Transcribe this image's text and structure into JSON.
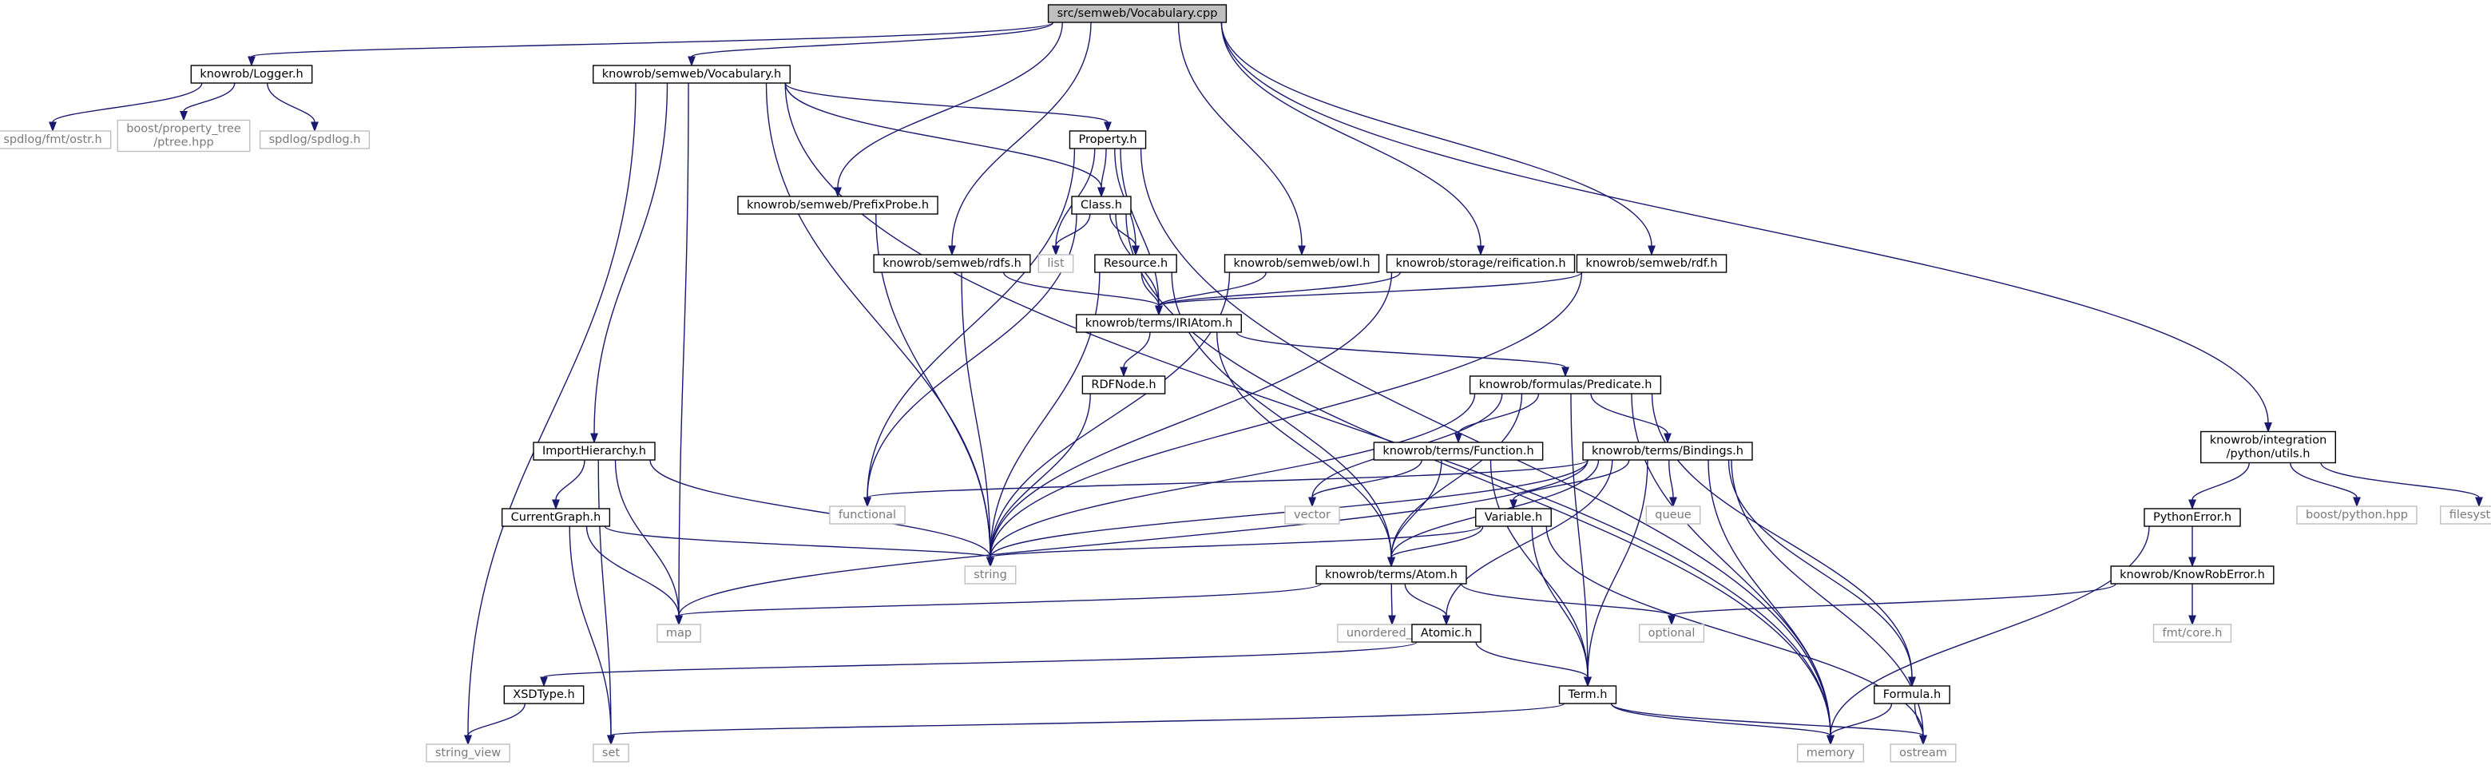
{
  "diagram": {
    "colors": {
      "edge": "#191970",
      "root_fill": "#bfbfbf",
      "ext_border": "#bfbfbf",
      "ext_text": "#7a7a7a"
    },
    "nodes": [
      {
        "id": "vocab_cpp",
        "label": [
          "src/semweb/Vocabulary.cpp"
        ],
        "kind": "root"
      },
      {
        "id": "logger",
        "label": [
          "knowrob/Logger.h"
        ],
        "kind": "local"
      },
      {
        "id": "vocab_h",
        "label": [
          "knowrob/semweb/Vocabulary.h"
        ],
        "kind": "local"
      },
      {
        "id": "ostr",
        "label": [
          "spdlog/fmt/ostr.h"
        ],
        "kind": "ext"
      },
      {
        "id": "ptree",
        "label": [
          "boost/property_tree",
          "/ptree.hpp"
        ],
        "kind": "ext"
      },
      {
        "id": "spdlog",
        "label": [
          "spdlog/spdlog.h"
        ],
        "kind": "ext"
      },
      {
        "id": "property",
        "label": [
          "Property.h"
        ],
        "kind": "local"
      },
      {
        "id": "prefixprobe",
        "label": [
          "knowrob/semweb/PrefixProbe.h"
        ],
        "kind": "local"
      },
      {
        "id": "class",
        "label": [
          "Class.h"
        ],
        "kind": "local"
      },
      {
        "id": "list",
        "label": [
          "list"
        ],
        "kind": "ext"
      },
      {
        "id": "rdfs",
        "label": [
          "knowrob/semweb/rdfs.h"
        ],
        "kind": "local"
      },
      {
        "id": "resource",
        "label": [
          "Resource.h"
        ],
        "kind": "local"
      },
      {
        "id": "owl",
        "label": [
          "knowrob/semweb/owl.h"
        ],
        "kind": "local"
      },
      {
        "id": "reification",
        "label": [
          "knowrob/storage/reification.h"
        ],
        "kind": "local"
      },
      {
        "id": "rdf",
        "label": [
          "knowrob/semweb/rdf.h"
        ],
        "kind": "local"
      },
      {
        "id": "iriatom",
        "label": [
          "knowrob/terms/IRIAtom.h"
        ],
        "kind": "local"
      },
      {
        "id": "rdfnode",
        "label": [
          "RDFNode.h"
        ],
        "kind": "local"
      },
      {
        "id": "predicate",
        "label": [
          "knowrob/formulas/Predicate.h"
        ],
        "kind": "local"
      },
      {
        "id": "importhier",
        "label": [
          "ImportHierarchy.h"
        ],
        "kind": "local"
      },
      {
        "id": "function",
        "label": [
          "knowrob/terms/Function.h"
        ],
        "kind": "local"
      },
      {
        "id": "bindings",
        "label": [
          "knowrob/terms/Bindings.h"
        ],
        "kind": "local"
      },
      {
        "id": "pyutils",
        "label": [
          "knowrob/integration",
          "/python/utils.h"
        ],
        "kind": "local"
      },
      {
        "id": "functional",
        "label": [
          "functional"
        ],
        "kind": "ext"
      },
      {
        "id": "vector",
        "label": [
          "vector"
        ],
        "kind": "ext"
      },
      {
        "id": "queue",
        "label": [
          "queue"
        ],
        "kind": "ext"
      },
      {
        "id": "currentgraph",
        "label": [
          "CurrentGraph.h"
        ],
        "kind": "local"
      },
      {
        "id": "variable",
        "label": [
          "Variable.h"
        ],
        "kind": "local"
      },
      {
        "id": "pythonerror",
        "label": [
          "PythonError.h"
        ],
        "kind": "local"
      },
      {
        "id": "boostpython",
        "label": [
          "boost/python.hpp"
        ],
        "kind": "ext"
      },
      {
        "id": "filesystem",
        "label": [
          "filesystem"
        ],
        "kind": "ext"
      },
      {
        "id": "string",
        "label": [
          "string"
        ],
        "kind": "ext"
      },
      {
        "id": "atom",
        "label": [
          "knowrob/terms/Atom.h"
        ],
        "kind": "local"
      },
      {
        "id": "knowroberror",
        "label": [
          "knowrob/KnowRobError.h"
        ],
        "kind": "local"
      },
      {
        "id": "map",
        "label": [
          "map"
        ],
        "kind": "ext"
      },
      {
        "id": "unordered_map",
        "label": [
          "unordered_map"
        ],
        "kind": "ext"
      },
      {
        "id": "optional",
        "label": [
          "optional"
        ],
        "kind": "ext"
      },
      {
        "id": "atomic",
        "label": [
          "Atomic.h"
        ],
        "kind": "local"
      },
      {
        "id": "fmtcore",
        "label": [
          "fmt/core.h"
        ],
        "kind": "ext"
      },
      {
        "id": "xsdtype",
        "label": [
          "XSDType.h"
        ],
        "kind": "local"
      },
      {
        "id": "term",
        "label": [
          "Term.h"
        ],
        "kind": "local"
      },
      {
        "id": "formula",
        "label": [
          "Formula.h"
        ],
        "kind": "local"
      },
      {
        "id": "string_view",
        "label": [
          "string_view"
        ],
        "kind": "ext"
      },
      {
        "id": "set",
        "label": [
          "set"
        ],
        "kind": "ext"
      },
      {
        "id": "memory",
        "label": [
          "memory"
        ],
        "kind": "ext"
      },
      {
        "id": "ostream",
        "label": [
          "ostream"
        ],
        "kind": "ext"
      }
    ],
    "edges": [
      [
        "vocab_cpp",
        "logger"
      ],
      [
        "vocab_cpp",
        "vocab_h"
      ],
      [
        "vocab_cpp",
        "prefixprobe"
      ],
      [
        "vocab_cpp",
        "rdfs"
      ],
      [
        "vocab_cpp",
        "owl"
      ],
      [
        "vocab_cpp",
        "reification"
      ],
      [
        "vocab_cpp",
        "rdf"
      ],
      [
        "vocab_cpp",
        "pyutils"
      ],
      [
        "logger",
        "ostr"
      ],
      [
        "logger",
        "ptree"
      ],
      [
        "logger",
        "spdlog"
      ],
      [
        "vocab_h",
        "property"
      ],
      [
        "vocab_h",
        "class"
      ],
      [
        "vocab_h",
        "importhier"
      ],
      [
        "vocab_h",
        "map"
      ],
      [
        "vocab_h",
        "string"
      ],
      [
        "vocab_h",
        "string_view"
      ],
      [
        "vocab_h",
        "memory"
      ],
      [
        "property",
        "class"
      ],
      [
        "property",
        "list"
      ],
      [
        "property",
        "resource"
      ],
      [
        "property",
        "iriatom"
      ],
      [
        "property",
        "functional"
      ],
      [
        "property",
        "memory"
      ],
      [
        "prefixprobe",
        "string"
      ],
      [
        "class",
        "list"
      ],
      [
        "class",
        "resource"
      ],
      [
        "class",
        "iriatom"
      ],
      [
        "class",
        "functional"
      ],
      [
        "class",
        "memory"
      ],
      [
        "rdfs",
        "iriatom"
      ],
      [
        "rdfs",
        "string"
      ],
      [
        "resource",
        "iriatom"
      ],
      [
        "resource",
        "string"
      ],
      [
        "resource",
        "atom"
      ],
      [
        "owl",
        "iriatom"
      ],
      [
        "owl",
        "string"
      ],
      [
        "reification",
        "iriatom"
      ],
      [
        "reification",
        "string"
      ],
      [
        "rdf",
        "iriatom"
      ],
      [
        "rdf",
        "string"
      ],
      [
        "iriatom",
        "rdfnode"
      ],
      [
        "iriatom",
        "predicate"
      ],
      [
        "iriatom",
        "atom"
      ],
      [
        "rdfnode",
        "string"
      ],
      [
        "predicate",
        "function"
      ],
      [
        "predicate",
        "bindings"
      ],
      [
        "predicate",
        "vector"
      ],
      [
        "predicate",
        "string"
      ],
      [
        "predicate",
        "atom"
      ],
      [
        "predicate",
        "term"
      ],
      [
        "predicate",
        "formula"
      ],
      [
        "predicate",
        "memory"
      ],
      [
        "importhier",
        "currentgraph"
      ],
      [
        "importhier",
        "map"
      ],
      [
        "importhier",
        "string"
      ],
      [
        "importhier",
        "set"
      ],
      [
        "function",
        "vector"
      ],
      [
        "function",
        "atom"
      ],
      [
        "function",
        "term"
      ],
      [
        "bindings",
        "functional"
      ],
      [
        "bindings",
        "queue"
      ],
      [
        "bindings",
        "variable"
      ],
      [
        "bindings",
        "atomic"
      ],
      [
        "bindings",
        "atom"
      ],
      [
        "bindings",
        "term"
      ],
      [
        "bindings",
        "formula"
      ],
      [
        "bindings",
        "map"
      ],
      [
        "bindings",
        "string"
      ],
      [
        "bindings",
        "memory"
      ],
      [
        "bindings",
        "ostream"
      ],
      [
        "currentgraph",
        "string"
      ],
      [
        "currentgraph",
        "map"
      ],
      [
        "currentgraph",
        "set"
      ],
      [
        "variable",
        "atom"
      ],
      [
        "variable",
        "term"
      ],
      [
        "variable",
        "string"
      ],
      [
        "variable",
        "ostream"
      ],
      [
        "pyutils",
        "pythonerror"
      ],
      [
        "pyutils",
        "boostpython"
      ],
      [
        "pyutils",
        "filesystem"
      ],
      [
        "pythonerror",
        "knowroberror"
      ],
      [
        "pythonerror",
        "memory"
      ],
      [
        "knowroberror",
        "fmtcore"
      ],
      [
        "knowroberror",
        "optional"
      ],
      [
        "atom",
        "map"
      ],
      [
        "atom",
        "unordered_map"
      ],
      [
        "atom",
        "optional"
      ],
      [
        "atom",
        "atomic"
      ],
      [
        "atomic",
        "term"
      ],
      [
        "atomic",
        "xsdtype"
      ],
      [
        "xsdtype",
        "string_view"
      ],
      [
        "term",
        "memory"
      ],
      [
        "term",
        "ostream"
      ],
      [
        "term",
        "set"
      ],
      [
        "formula",
        "memory"
      ],
      [
        "formula",
        "ostream"
      ]
    ]
  }
}
